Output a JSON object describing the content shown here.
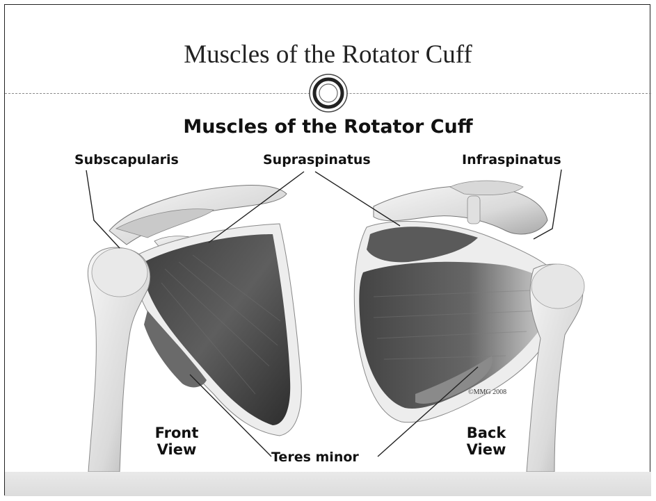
{
  "slide": {
    "title": "Muscles of the Rotator Cuff"
  },
  "diagram": {
    "heading": "Muscles of the Rotator Cuff",
    "labels": {
      "subscapularis": "Subscapularis",
      "supraspinatus": "Supraspinatus",
      "infraspinatus": "Infraspinatus",
      "teres_minor": "Teres minor"
    },
    "views": {
      "front_line1": "Front",
      "front_line2": "View",
      "back_line1": "Back",
      "back_line2": "View"
    },
    "copyright": "©MMG 2008"
  },
  "colors": {
    "bone": "#e6e6e6",
    "muscle_dark": "#4f4f4f",
    "muscle_mid": "#7a7a7a",
    "accent_band": "#e2e2e2"
  }
}
